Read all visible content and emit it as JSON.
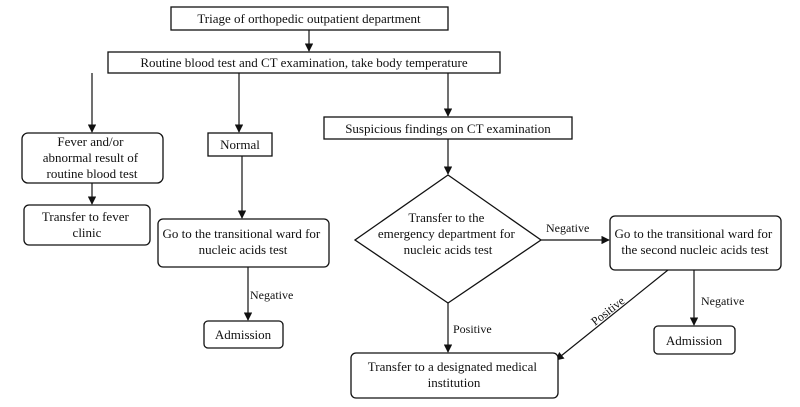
{
  "nodes": {
    "triage": {
      "lines": [
        "Triage of orthopedic outpatient department"
      ]
    },
    "routine": {
      "lines": [
        "Routine blood test and CT examination, take body temperature"
      ]
    },
    "fever": {
      "lines": [
        "Fever and/or",
        "abnormal result of",
        "routine blood test"
      ]
    },
    "normal": {
      "lines": [
        "Normal"
      ]
    },
    "suspicious": {
      "lines": [
        "Suspicious findings on CT examination"
      ]
    },
    "fever_clinic": {
      "lines": [
        "Transfer to fever",
        "clinic"
      ]
    },
    "transitional_ward": {
      "lines": [
        "Go to the transitional ward for",
        "nucleic acids test"
      ]
    },
    "emergency": {
      "lines": [
        "Transfer to the",
        "emergency department for",
        "nucleic acids test"
      ]
    },
    "second_test": {
      "lines": [
        "Go to the transitional ward for",
        "the second nucleic acids test"
      ]
    },
    "admission_left": {
      "lines": [
        "Admission"
      ]
    },
    "admission_right": {
      "lines": [
        "Admission"
      ]
    },
    "designated": {
      "lines": [
        "Transfer to a designated medical",
        "institution"
      ]
    }
  },
  "edge_labels": {
    "negative_left": "Negative",
    "negative_middle": "Negative",
    "positive_middle": "Positive",
    "positive_right": "Positive",
    "negative_right": "Negative"
  }
}
